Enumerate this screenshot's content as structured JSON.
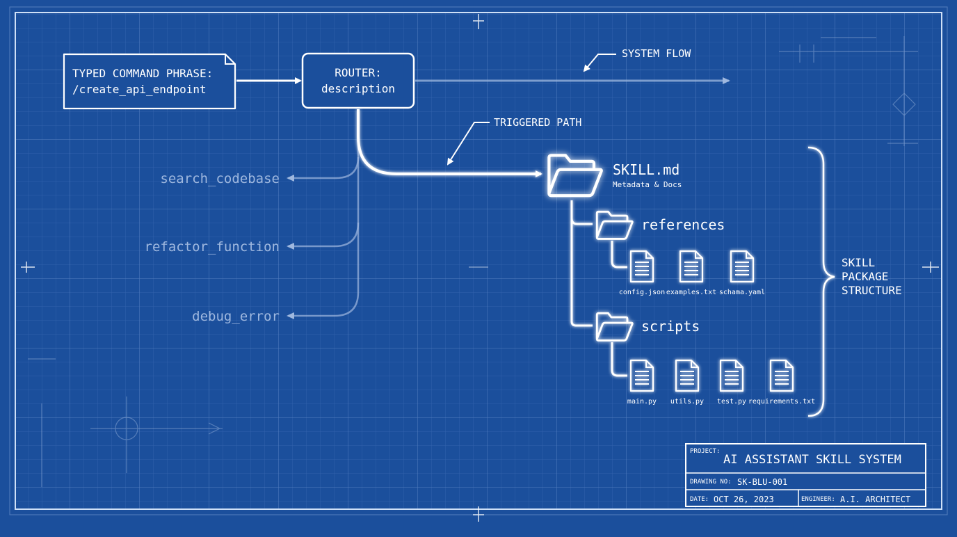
{
  "command": {
    "heading": "TYPED COMMAND PHRASE:",
    "value": "/create_api_endpoint"
  },
  "router": {
    "line1": "ROUTER:",
    "line2": "description"
  },
  "labels": {
    "system_flow": "SYSTEM FLOW",
    "triggered_path": "TRIGGERED PATH"
  },
  "untriggered": [
    "search_codebase",
    "refactor_function",
    "debug_error"
  ],
  "skill": {
    "name": "SKILL.md",
    "subtitle": "Metadata & Docs",
    "references": {
      "name": "references",
      "files": [
        "config.json",
        "examples.txt",
        "schama.yaml"
      ]
    },
    "scripts": {
      "name": "scripts",
      "files": [
        "main.py",
        "utils.py",
        "test.py",
        "requirements.txt"
      ]
    }
  },
  "package_label": [
    "SKILL",
    "PACKAGE",
    "STRUCTURE"
  ],
  "title_block": {
    "project_label": "PROJECT:",
    "project_value": "AI ASSISTANT SKILL SYSTEM",
    "drawing_label": "DRAWING NO:",
    "drawing_value": "SK-BLU-001",
    "date_label": "DATE:",
    "date_value": "OCT 26, 2023",
    "engineer_label": "ENGINEER:",
    "engineer_value": "A.I. ARCHITECT"
  },
  "colors": {
    "background": "#1b4f9c",
    "line": "#ffffff",
    "faded": "#9fb8df"
  }
}
